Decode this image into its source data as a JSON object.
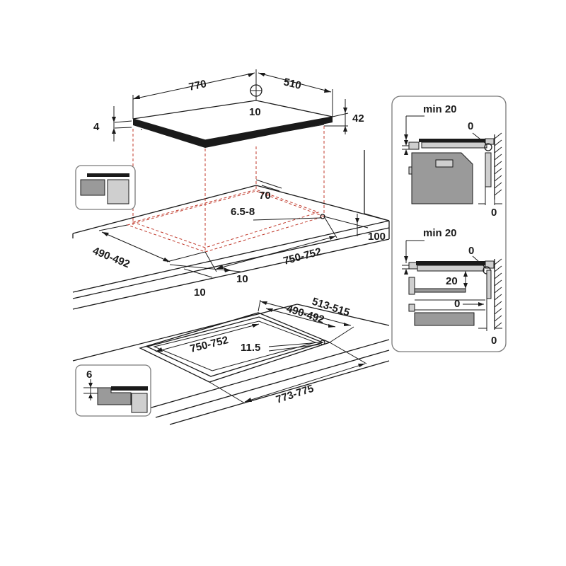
{
  "top_view": {
    "width": "770",
    "depth": "510",
    "center_offset": "10",
    "glass_thickness": "4",
    "overall_height": "42"
  },
  "cutout_view": {
    "wall_gap": "70",
    "corner_radius": "6.5-8",
    "back_clearance": "100",
    "depth_range": "490-492",
    "width_range": "750-752",
    "front_offset_a": "10",
    "front_offset_b": "10"
  },
  "recess_view": {
    "outer_depth": "513-515",
    "inner_depth": "490-492",
    "inner_width": "750-752",
    "corner_radius": "11.5",
    "outer_width": "773-775",
    "recess_depth": "6"
  },
  "install_panel": {
    "top_min": "min 20",
    "top_zero": "0",
    "top_side_zero": "0",
    "bottom_min": "min 20",
    "bottom_zero": "0",
    "bottom_gap": "20",
    "bottom_inner_zero": "0",
    "bottom_side_zero": "0"
  },
  "colors": {
    "line": "#1a1a1a",
    "hidden_line": "#c0392b",
    "panel_border": "#7a7a7a",
    "oven_fill": "#9a9a9a"
  }
}
